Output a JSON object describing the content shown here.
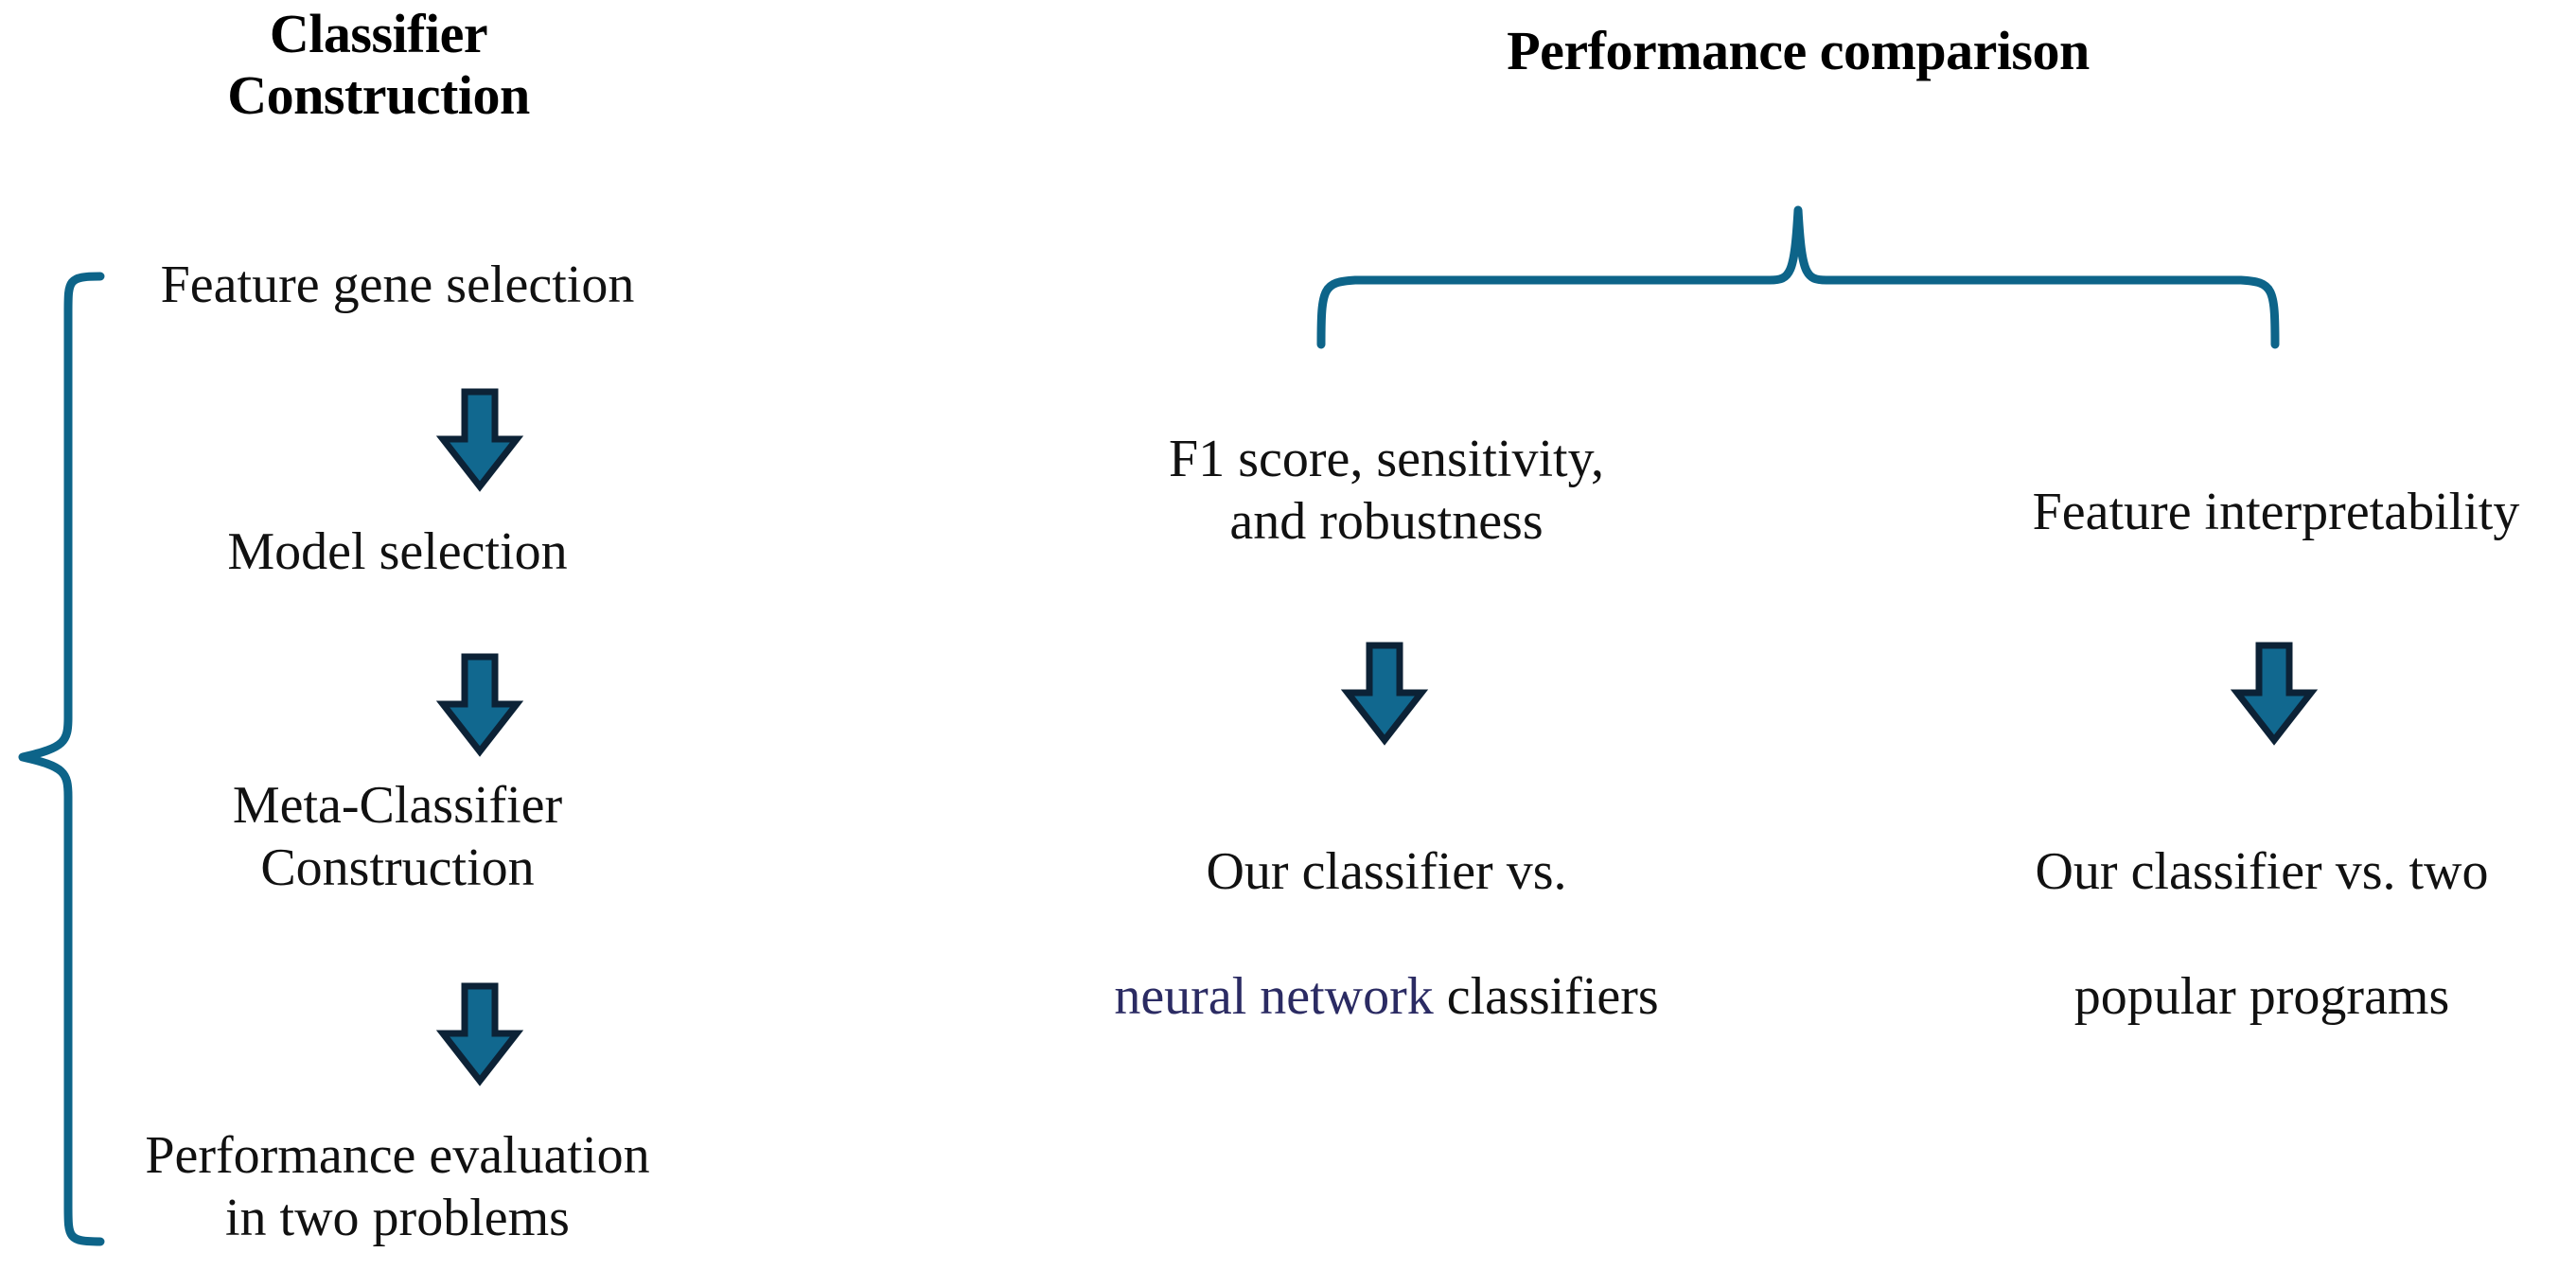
{
  "diagram": {
    "title_left": "Classifier\nConstruction",
    "title_right": "Performance comparison",
    "colors": {
      "accent_teal": "#0d6489",
      "arrow_fill": "#11688f",
      "arrow_stroke": "#0c2236",
      "highlight_navy": "#2b2b63",
      "text_black": "#111111",
      "background": "#ffffff"
    }
  },
  "left_column": {
    "heading": "Classifier\nConstruction",
    "brace_icon": "left-curly-brace-icon",
    "steps": [
      {
        "label": "Feature gene selection"
      },
      {
        "label": "Model selection"
      },
      {
        "label": "Meta-Classifier\nConstruction"
      },
      {
        "label": "Performance evaluation\nin two problems"
      }
    ],
    "arrows": [
      {
        "icon": "down-arrow-icon"
      },
      {
        "icon": "down-arrow-icon"
      },
      {
        "icon": "down-arrow-icon"
      }
    ]
  },
  "right_section": {
    "heading": "Performance comparison",
    "brace_icon": "top-curly-brace-icon",
    "branches": [
      {
        "criterion": "F1 score, sensitivity,\nand robustness",
        "arrow_icon": "down-arrow-icon",
        "outcome_prefix": "Our classifier vs.",
        "outcome_highlight": "neural network",
        "outcome_suffix": " classifiers"
      },
      {
        "criterion": "Feature interpretability",
        "arrow_icon": "down-arrow-icon",
        "outcome_prefix": "Our classifier vs. two",
        "outcome_highlight": "",
        "outcome_suffix": "popular programs"
      }
    ]
  }
}
